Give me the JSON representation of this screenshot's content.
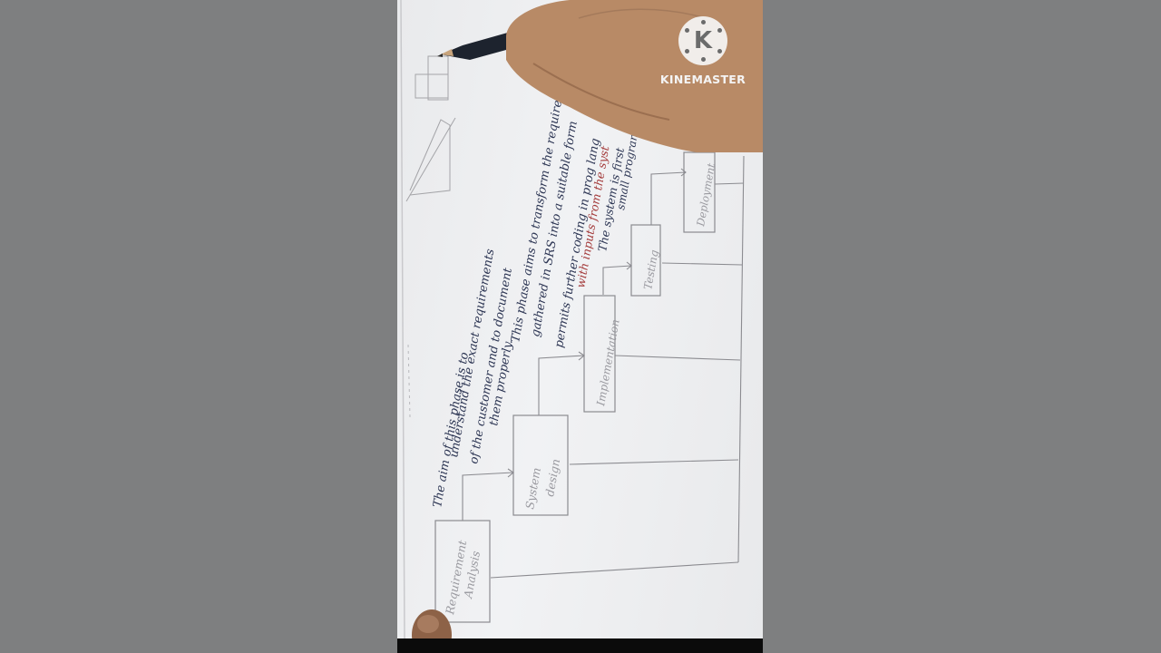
{
  "watermark": {
    "logo_letter": "K",
    "brand": "KINEMASTER"
  },
  "diagram": {
    "boxes": [
      {
        "id": "requirement-analysis",
        "lines": [
          "Requirement",
          "Analysis"
        ]
      },
      {
        "id": "system-design",
        "lines": [
          "System",
          "design"
        ]
      },
      {
        "id": "implementation",
        "lines": [
          "Implementation"
        ]
      },
      {
        "id": "testing",
        "lines": [
          "Testing"
        ]
      },
      {
        "id": "deployment",
        "lines": [
          "Deployment"
        ]
      }
    ],
    "notes": [
      {
        "id": "requirement-note",
        "lines": [
          "The aim of this phase is to",
          "understand the exact requirements",
          "of the customer and to document",
          "them properly."
        ]
      },
      {
        "id": "design-note",
        "lines": [
          "This phase aims to transform the requirements",
          "gathered in SRS into a suitable form",
          "permits further coding in prog lang"
        ]
      },
      {
        "id": "implementation-note",
        "lines": [
          "with inputs from the syst"
        ]
      },
      {
        "id": "testing-note",
        "lines": [
          "The system is first",
          "small program"
        ]
      }
    ]
  },
  "colors": {
    "pencil": "#8a8a8f",
    "ink_blue": "#2c3553",
    "ink_red": "#a33a3a",
    "paper": "#eeeff1",
    "skin": "#b78a66"
  }
}
